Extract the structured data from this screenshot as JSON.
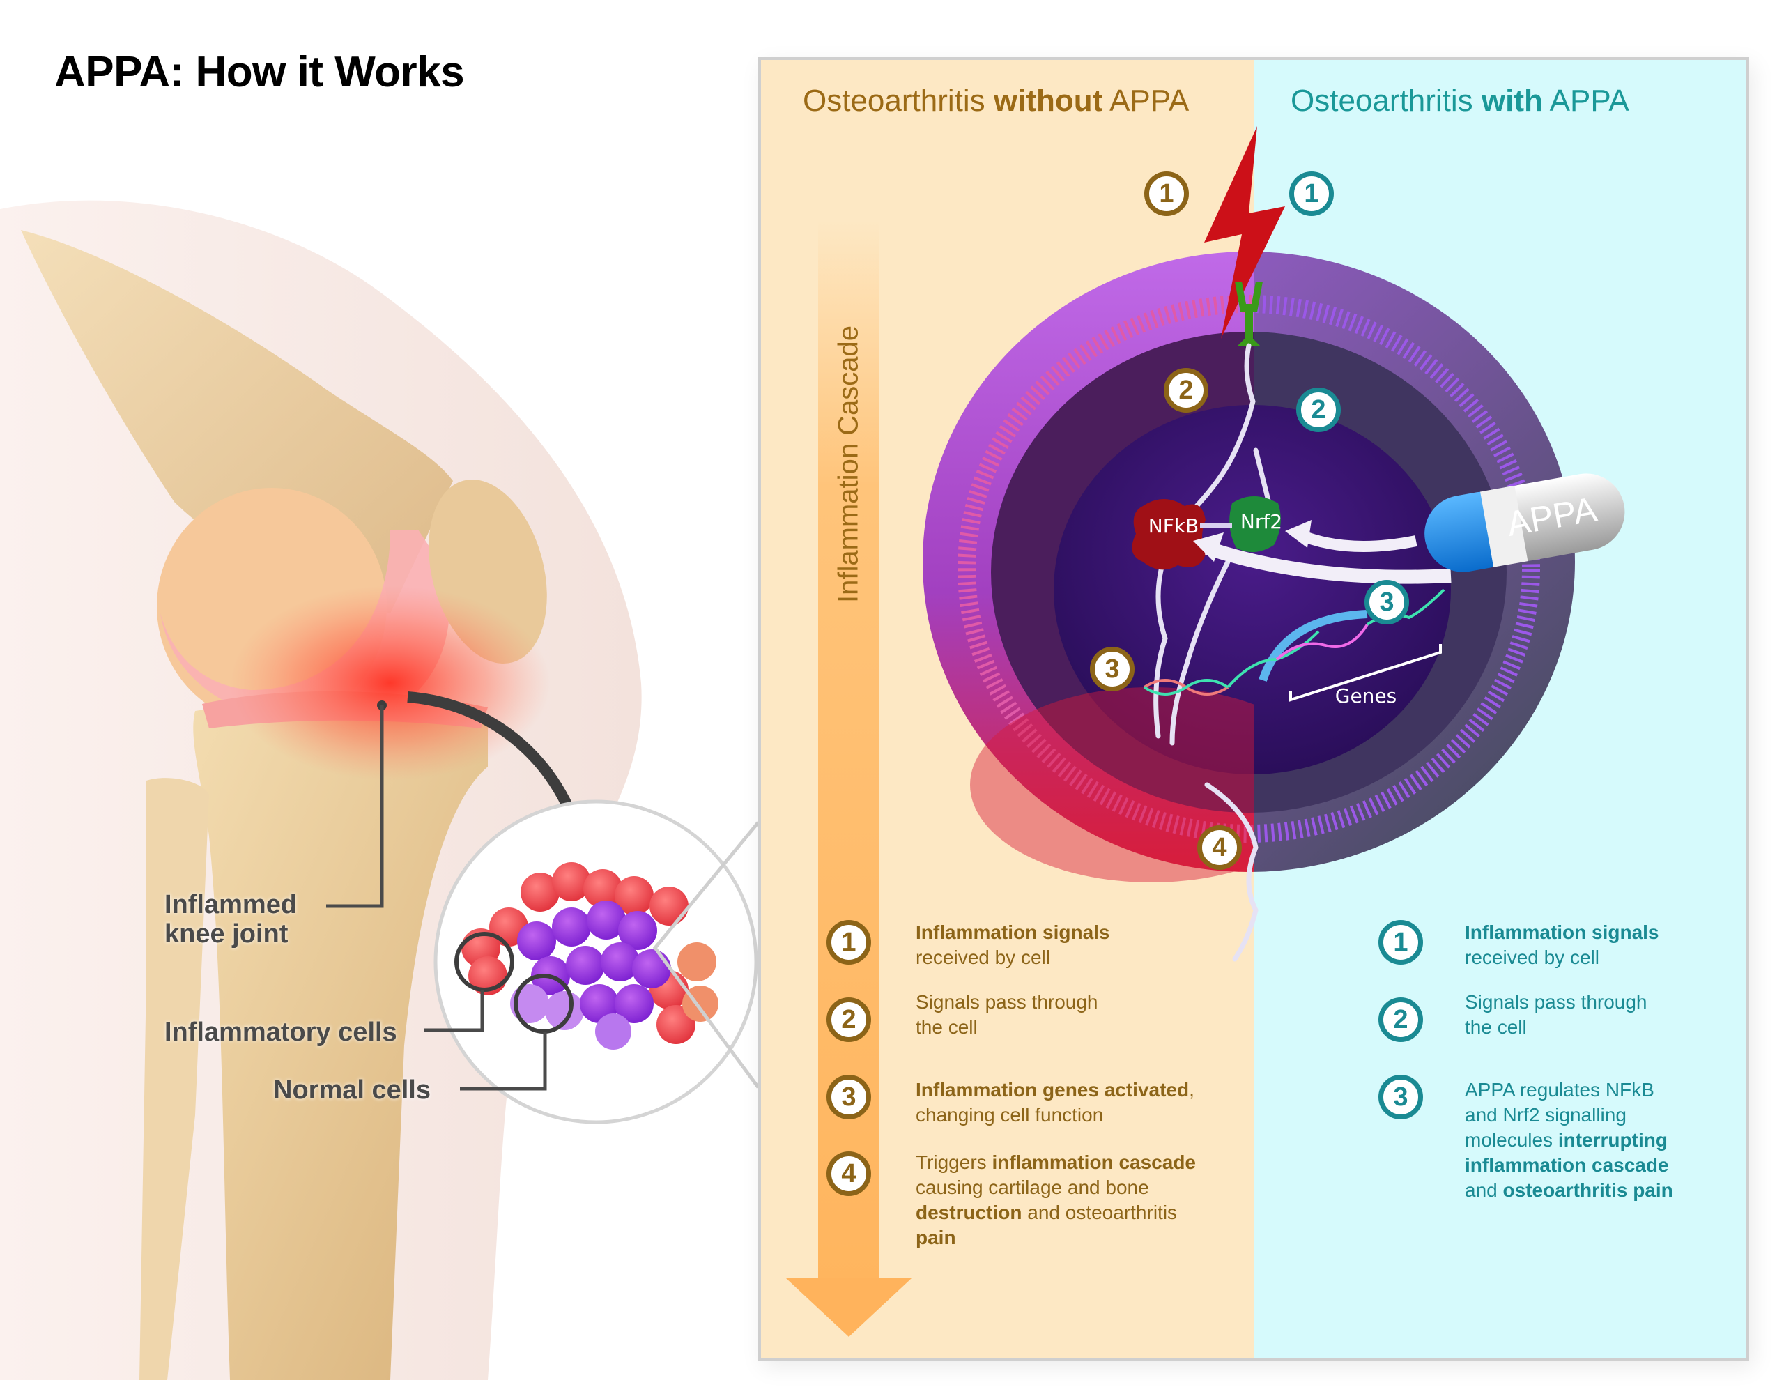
{
  "title": "APPA: How it Works",
  "knee": {
    "labels": {
      "inflamed_joint": [
        "Inflammed",
        "knee joint"
      ],
      "inflammatory_cells": "Inflammatory cells",
      "normal_cells": "Normal cells"
    }
  },
  "panel": {
    "left_heading": {
      "pre": "Osteoarthritis ",
      "bold": "without",
      "post": " APPA"
    },
    "right_heading": {
      "pre": "Osteoarthritis ",
      "bold": "with",
      "post": " APPA"
    },
    "cascade_label": "Inflammation Cascade",
    "cell": {
      "nfkb_label": "NFkB",
      "nrf2_label": "Nrf2",
      "genes_label": "Genes",
      "pill_label": "APPA"
    },
    "diagram_badges": {
      "left": [
        "1",
        "2",
        "3",
        "4"
      ],
      "right": [
        "1",
        "2",
        "3"
      ]
    },
    "left_steps": [
      {
        "number": "1",
        "parts": [
          {
            "b": "Inflammation signals"
          },
          {
            "br": true
          },
          {
            "t": "received by cell"
          }
        ]
      },
      {
        "number": "2",
        "parts": [
          {
            "t": "Signals pass through"
          },
          {
            "br": true
          },
          {
            "t": "the cell"
          }
        ]
      },
      {
        "number": "3",
        "parts": [
          {
            "b": "Inflammation genes activated"
          },
          {
            "t": ","
          },
          {
            "br": true
          },
          {
            "t": "changing cell function"
          }
        ]
      },
      {
        "number": "4",
        "parts": [
          {
            "t": "Triggers "
          },
          {
            "b": "inflammation cascade"
          },
          {
            "br": true
          },
          {
            "t": "causing cartilage and bone"
          },
          {
            "br": true
          },
          {
            "b": "destruction"
          },
          {
            "t": " and osteoarthritis"
          },
          {
            "br": true
          },
          {
            "b": "pain"
          }
        ]
      }
    ],
    "right_steps": [
      {
        "number": "1",
        "parts": [
          {
            "b": "Inflammation signals"
          },
          {
            "br": true
          },
          {
            "t": "received by cell"
          }
        ]
      },
      {
        "number": "2",
        "parts": [
          {
            "t": "Signals pass through"
          },
          {
            "br": true
          },
          {
            "t": "the cell"
          }
        ]
      },
      {
        "number": "3",
        "parts": [
          {
            "t": "APPA regulates NFkB"
          },
          {
            "br": true
          },
          {
            "t": "and Nrf2 signalling"
          },
          {
            "br": true
          },
          {
            "t": "molecules "
          },
          {
            "b": "interrupting"
          },
          {
            "br": true
          },
          {
            "b": "inflammation cascade"
          },
          {
            "br": true
          },
          {
            "t": "and "
          },
          {
            "b": "osteoarthritis pain"
          }
        ]
      }
    ]
  },
  "colors": {
    "left_text": "#8c6418",
    "right_text": "#1a8a93",
    "left_bg": "#fde8c4",
    "right_bg": "#d6fafc",
    "cascade_arrow": "#ffb35c"
  }
}
